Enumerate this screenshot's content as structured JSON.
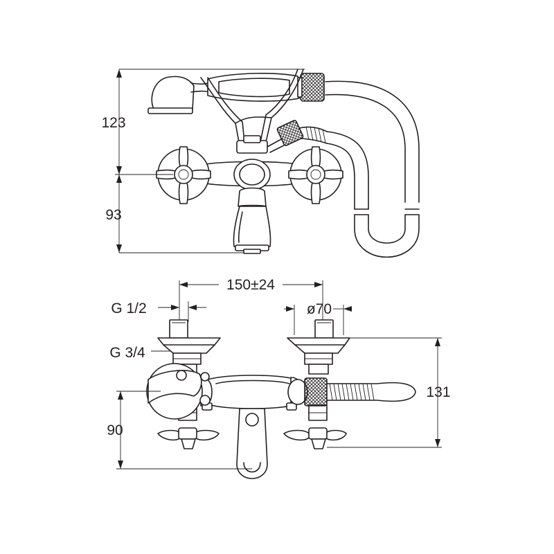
{
  "dimensions": {
    "side_height_upper": "123",
    "side_height_lower": "93",
    "centers": "150±24",
    "inlet_thread": "G 1/2",
    "outlet_thread": "G 3/4",
    "rosette_diameter": "ø70",
    "total_depth": "131",
    "spout_height": "90"
  },
  "colors": {
    "ink": "#231f20",
    "paper": "#ffffff"
  }
}
